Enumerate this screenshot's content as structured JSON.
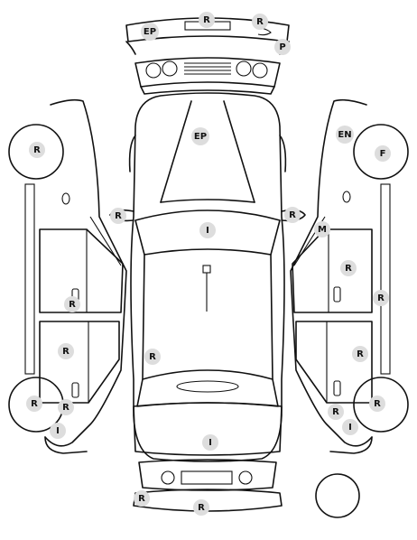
{
  "colors": {
    "outline": "#111111",
    "badge_fill": "#dddddd",
    "badge_text": "#111111",
    "background": "#ffffff"
  },
  "markers": [
    {
      "id": "front-bumper-top-ep",
      "code": "EP"
    },
    {
      "id": "front-bumper-top-r1",
      "code": "R"
    },
    {
      "id": "front-bumper-top-r2",
      "code": "R"
    },
    {
      "id": "front-bumper-p",
      "code": "P"
    },
    {
      "id": "hood",
      "code": "EP"
    },
    {
      "id": "left-mirror",
      "code": "R"
    },
    {
      "id": "right-mirror",
      "code": "R"
    },
    {
      "id": "windshield",
      "code": "I"
    },
    {
      "id": "left-front-wheel",
      "code": "R"
    },
    {
      "id": "right-front-fender",
      "code": "EN"
    },
    {
      "id": "right-front-wheel",
      "code": "F"
    },
    {
      "id": "right-front-door-top",
      "code": "M"
    },
    {
      "id": "left-front-door",
      "code": "R"
    },
    {
      "id": "right-front-door",
      "code": "R"
    },
    {
      "id": "right-rocker",
      "code": "R"
    },
    {
      "id": "left-rear-door",
      "code": "R"
    },
    {
      "id": "roof-rear",
      "code": "R"
    },
    {
      "id": "right-rear-door",
      "code": "R"
    },
    {
      "id": "left-rear-wheel",
      "code": "R"
    },
    {
      "id": "left-rear-door-lower",
      "code": "R"
    },
    {
      "id": "left-rear-quarter",
      "code": "I"
    },
    {
      "id": "right-rear-door-lower",
      "code": "R"
    },
    {
      "id": "right-rear-wheel",
      "code": "R"
    },
    {
      "id": "right-rear-quarter",
      "code": "I"
    },
    {
      "id": "trunk",
      "code": "I"
    },
    {
      "id": "rear-bumper-r1",
      "code": "R"
    },
    {
      "id": "rear-bumper-r2",
      "code": "R"
    }
  ]
}
